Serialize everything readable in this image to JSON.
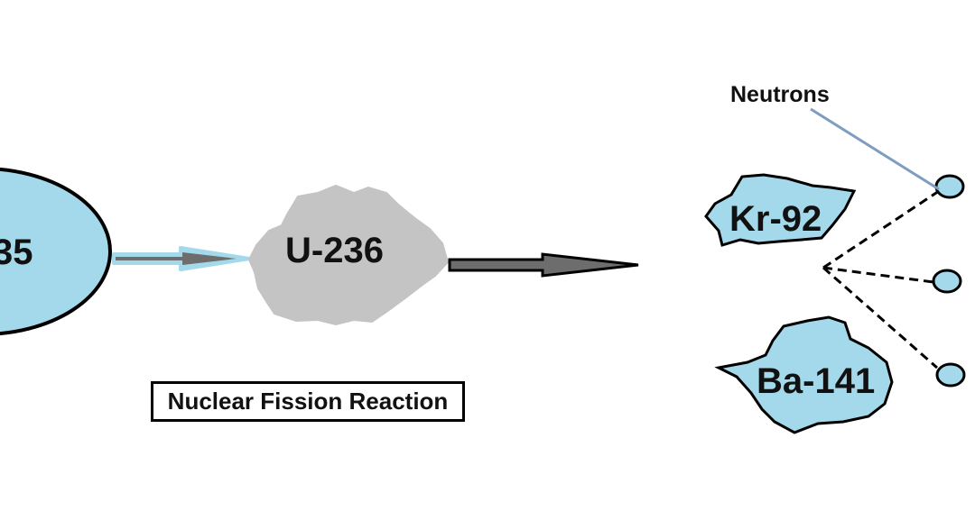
{
  "title": "Nuclear Fission Reaction",
  "nodes": {
    "u235": {
      "label": "35",
      "color": "#a3d9ea"
    },
    "u236": {
      "label": "U-236",
      "color": "#c4c4c4"
    },
    "kr92": {
      "label": "Kr-92",
      "color": "#a3d9ea"
    },
    "ba141": {
      "label": "Ba-141",
      "color": "#a3d9ea"
    },
    "neutron": {
      "color": "#a3d9ea"
    }
  },
  "neutrons_label": "Neutrons",
  "colors": {
    "outline": "#000000",
    "arrow_fill": "#6d6d6d",
    "arrow_glow": "#a3d9ea",
    "pointer_line": "#7f9cc2"
  }
}
